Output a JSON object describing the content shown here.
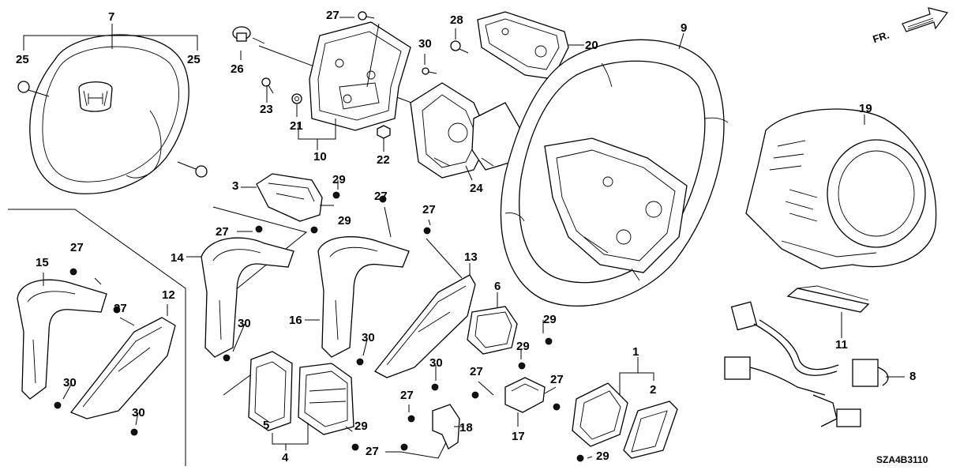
{
  "diagram": {
    "drawing_code": "SZA4B3110",
    "direction_label": "FR.",
    "callouts": [
      {
        "id": "c1",
        "label": "1"
      },
      {
        "id": "c2",
        "label": "2"
      },
      {
        "id": "c3",
        "label": "3"
      },
      {
        "id": "c4",
        "label": "4"
      },
      {
        "id": "c5",
        "label": "5"
      },
      {
        "id": "c6",
        "label": "6"
      },
      {
        "id": "c7",
        "label": "7"
      },
      {
        "id": "c8",
        "label": "8"
      },
      {
        "id": "c9",
        "label": "9"
      },
      {
        "id": "c10",
        "label": "10"
      },
      {
        "id": "c11",
        "label": "11"
      },
      {
        "id": "c12",
        "label": "12"
      },
      {
        "id": "c13",
        "label": "13"
      },
      {
        "id": "c14",
        "label": "14"
      },
      {
        "id": "c15",
        "label": "15"
      },
      {
        "id": "c16",
        "label": "16"
      },
      {
        "id": "c17",
        "label": "17"
      },
      {
        "id": "c18",
        "label": "18"
      },
      {
        "id": "c19",
        "label": "19"
      },
      {
        "id": "c20",
        "label": "20"
      },
      {
        "id": "c21",
        "label": "21"
      },
      {
        "id": "c22",
        "label": "22"
      },
      {
        "id": "c23",
        "label": "23"
      },
      {
        "id": "c24",
        "label": "24"
      },
      {
        "id": "c25a",
        "label": "25"
      },
      {
        "id": "c25b",
        "label": "25"
      },
      {
        "id": "c26",
        "label": "26"
      },
      {
        "id": "c27a",
        "label": "27"
      },
      {
        "id": "c27b",
        "label": "27"
      },
      {
        "id": "c27c",
        "label": "27"
      },
      {
        "id": "c27d",
        "label": "27"
      },
      {
        "id": "c27e",
        "label": "27"
      },
      {
        "id": "c27f",
        "label": "27"
      },
      {
        "id": "c27g",
        "label": "27"
      },
      {
        "id": "c27h",
        "label": "27"
      },
      {
        "id": "c27i",
        "label": "27"
      },
      {
        "id": "c27j",
        "label": "27"
      },
      {
        "id": "c28",
        "label": "28"
      },
      {
        "id": "c29a",
        "label": "29"
      },
      {
        "id": "c29b",
        "label": "29"
      },
      {
        "id": "c29c",
        "label": "29"
      },
      {
        "id": "c29d",
        "label": "29"
      },
      {
        "id": "c29e",
        "label": "29"
      },
      {
        "id": "c29f",
        "label": "29"
      },
      {
        "id": "c30a",
        "label": "30"
      },
      {
        "id": "c30b",
        "label": "30"
      },
      {
        "id": "c30c",
        "label": "30"
      },
      {
        "id": "c30d",
        "label": "30"
      },
      {
        "id": "c30e",
        "label": "30"
      },
      {
        "id": "c30f",
        "label": "30"
      }
    ]
  }
}
